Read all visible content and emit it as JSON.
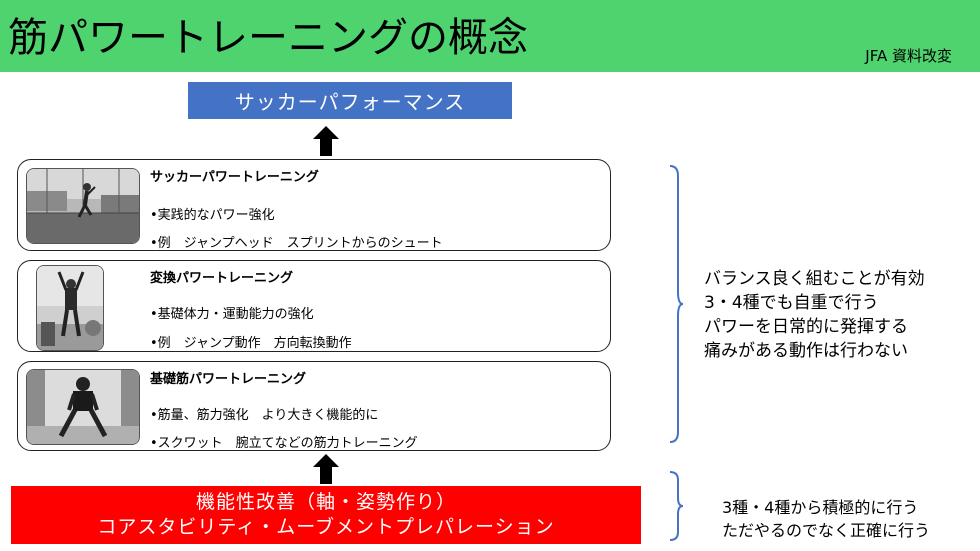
{
  "header": {
    "title": "筋パワートレーニングの概念",
    "source": "JFA 資料改変",
    "bg_color": "#4fd36f"
  },
  "top_box": {
    "label": "サッカーパフォーマンス",
    "color": "#4472c4"
  },
  "cards": [
    {
      "title": "サッカーパワートレーニング",
      "bullet_1": "•実践的なパワー強化",
      "bullet_2": "•例　ジャンプヘッド　スプリントからのシュート"
    },
    {
      "title": "変換パワートレーニング",
      "bullet_1": "•基礎体力・運動能力の強化",
      "bullet_2": "•例　ジャンプ動作　方向転換動作"
    },
    {
      "title": "基礎筋パワートレーニング",
      "bullet_1": "•筋量、筋力強化　より大きく機能的に",
      "bullet_2": "•スクワット　腕立てなどの筋力トレーニング"
    }
  ],
  "notes_power": {
    "line_1": "バランス良く組むことが有効",
    "line_2": "3・4種でも自重で行う",
    "line_3": "パワーを日常的に発揮する",
    "line_4": "痛みがある動作は行わない"
  },
  "bottom_box": {
    "line_1": "機能性改善（軸・姿勢作り）",
    "line_2": "コアスタビリティ・ムーブメントプレパレーション",
    "color": "#ff0000"
  },
  "notes_base": {
    "line_1": "3種・4種から積極的に行う",
    "line_2": "ただやるのでなく正確に行う"
  },
  "accent_colors": {
    "brace": "#4472c4"
  }
}
